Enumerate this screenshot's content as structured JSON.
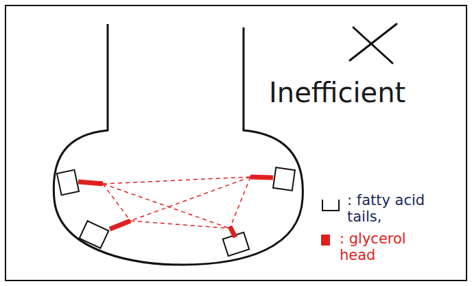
{
  "diagram": {
    "labels": [
      "Inefficient"
    ],
    "legend": [
      {
        "text": ": fatty acid tails,"
      },
      {
        "text": ": glycerol head",
        "color": "#e02020"
      }
    ]
  }
}
